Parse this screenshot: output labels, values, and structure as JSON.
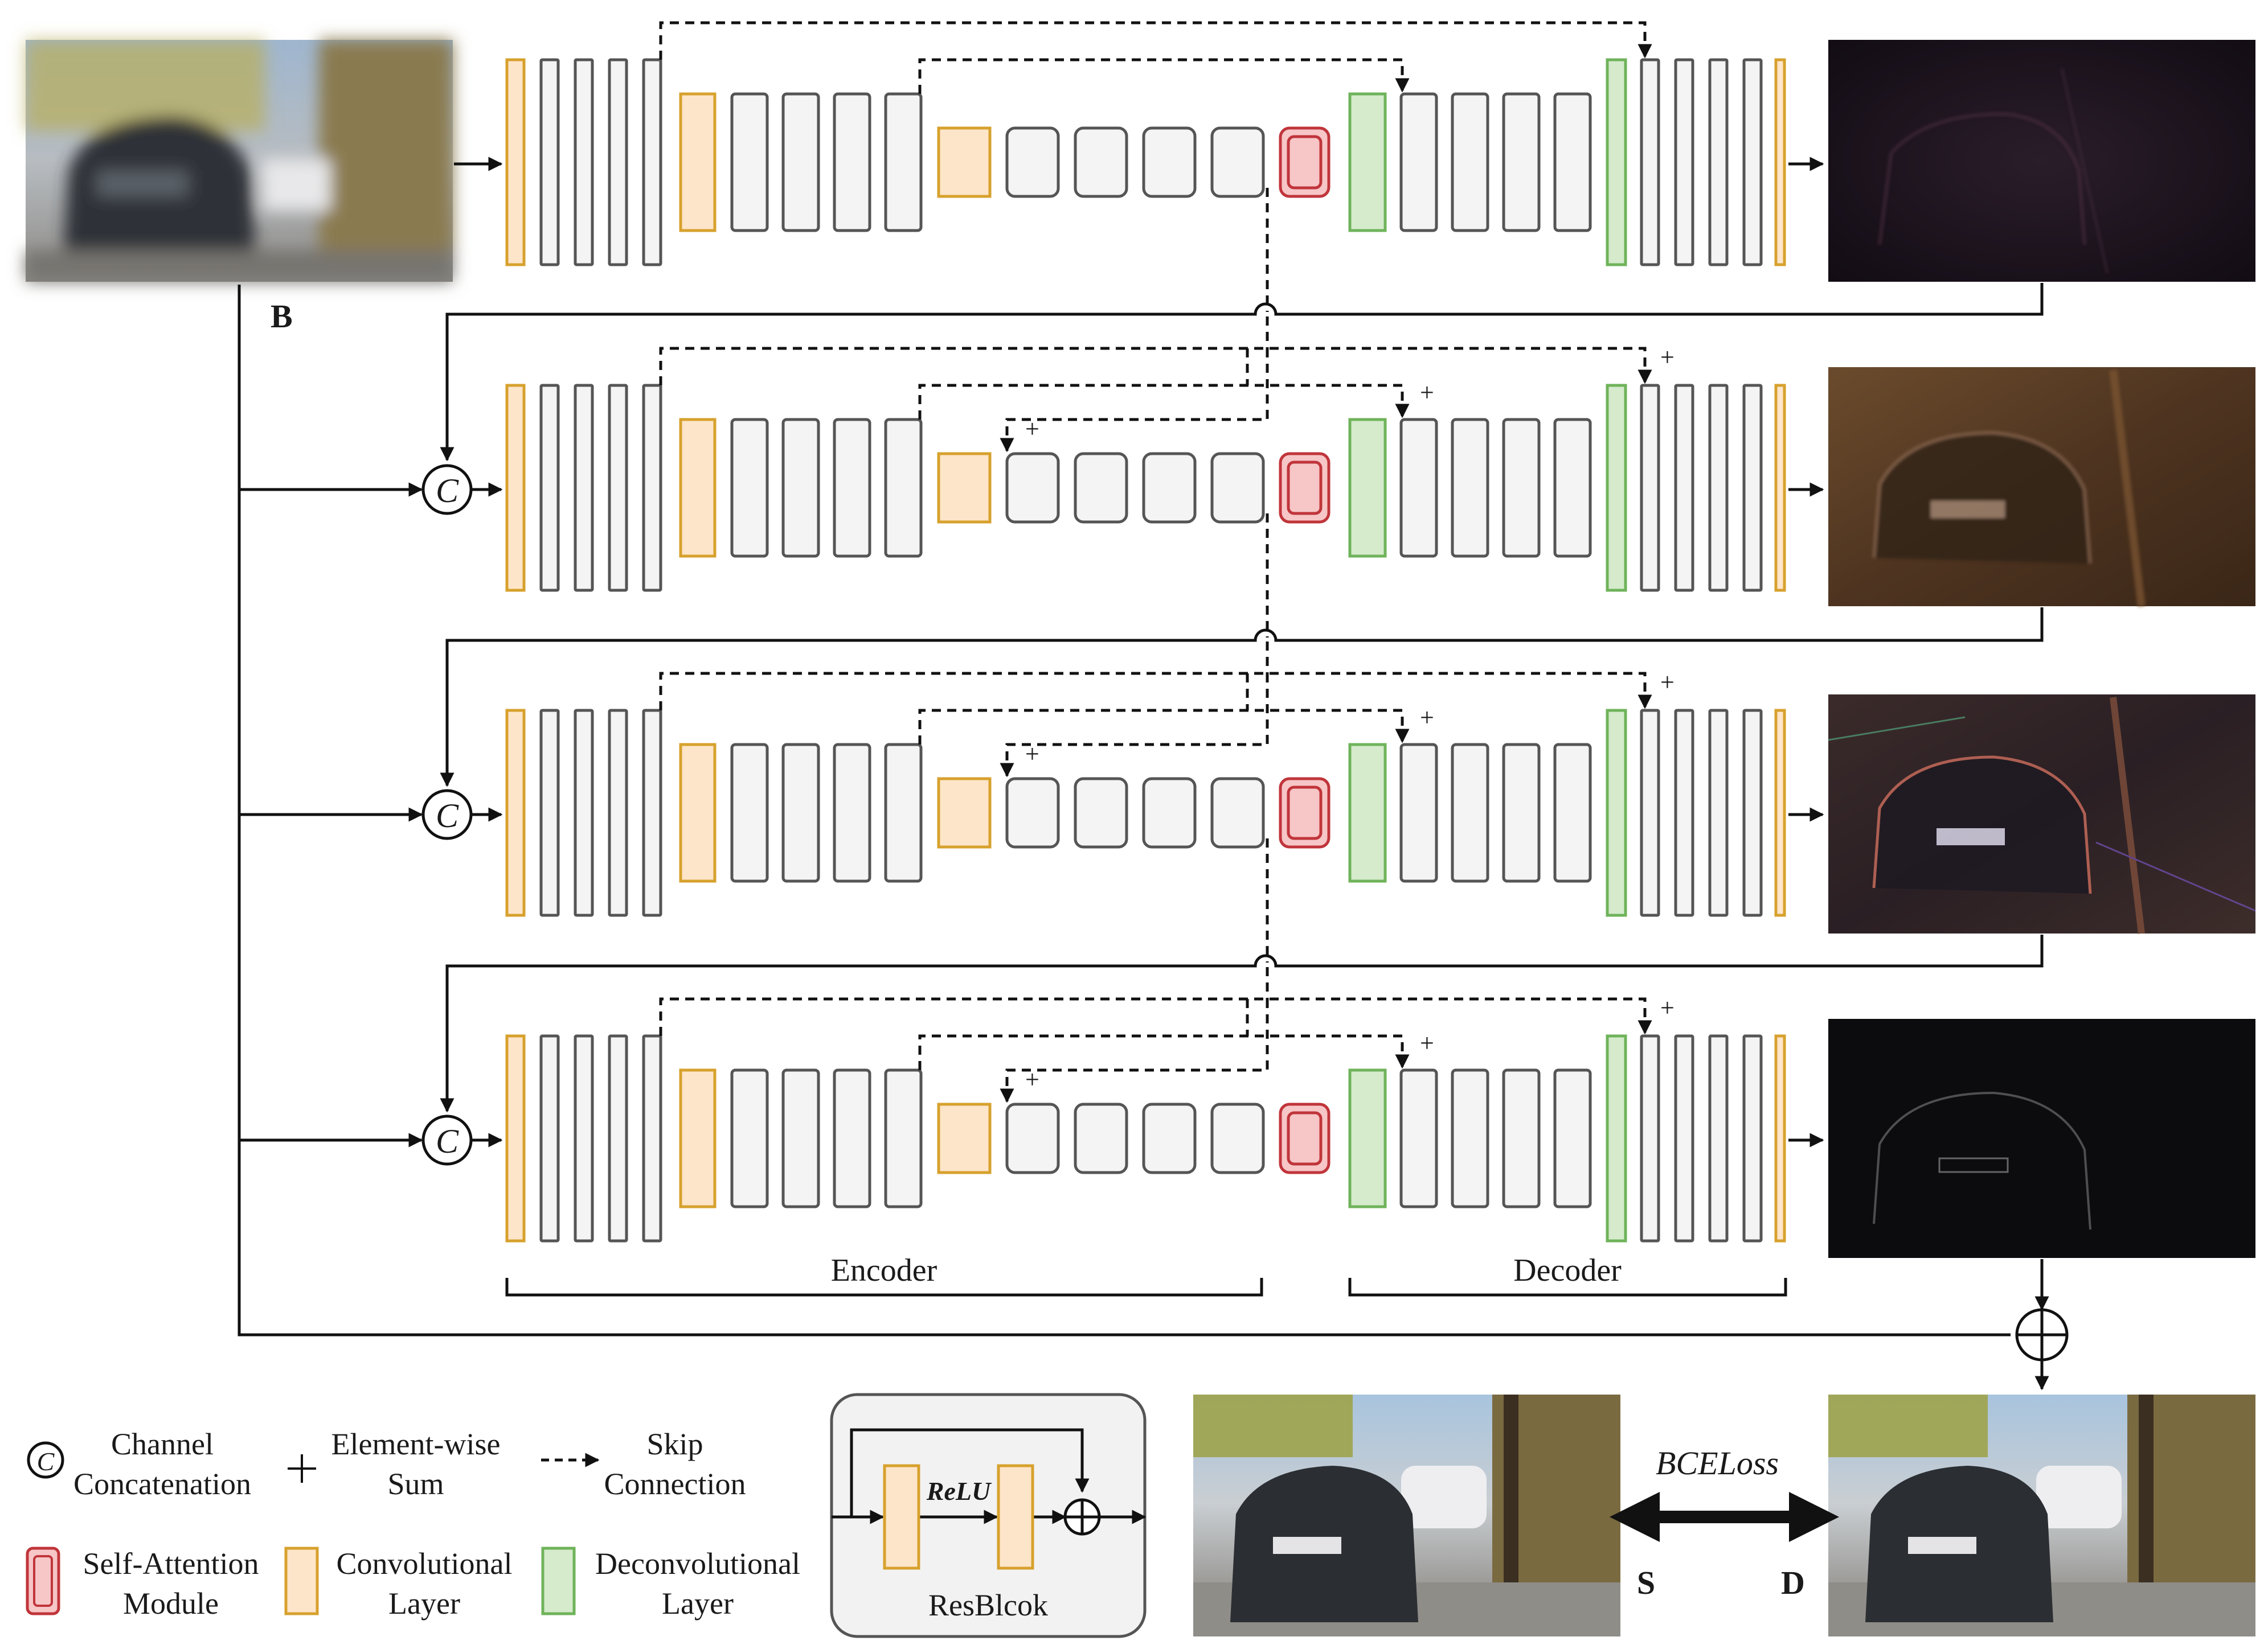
{
  "labels": {
    "blur_input": "B",
    "encoder": "Encoder",
    "decoder": "Decoder",
    "concat_symbol": "C",
    "sharp": "S",
    "deblurred": "D",
    "loss": "BCELoss",
    "relu": "ReLU",
    "resblock": "ResBlcok",
    "plus": "+"
  },
  "legend": {
    "channel_concat": [
      "Channel",
      "Concatenation"
    ],
    "element_sum": [
      "Element-wise",
      "Sum"
    ],
    "skip_connection": [
      "Skip",
      "Connection"
    ],
    "self_attention": [
      "Self-Attention",
      "Module"
    ],
    "conv_layer": [
      "Convolutional",
      "Layer"
    ],
    "deconv_layer": [
      "Deconvolutional",
      "Layer"
    ]
  },
  "colors": {
    "conv_fill": "#fde5c9",
    "conv_stroke": "#d7a12d",
    "deconv_fill": "#d5ebcc",
    "deconv_stroke": "#6fb35a",
    "attention_fill": "#f7c6c7",
    "attention_stroke": "#c0353b",
    "block_fill": "#f4f4f4",
    "block_stroke": "#555555",
    "resblock_bg": "#f2f2f2",
    "line": "#111111"
  }
}
